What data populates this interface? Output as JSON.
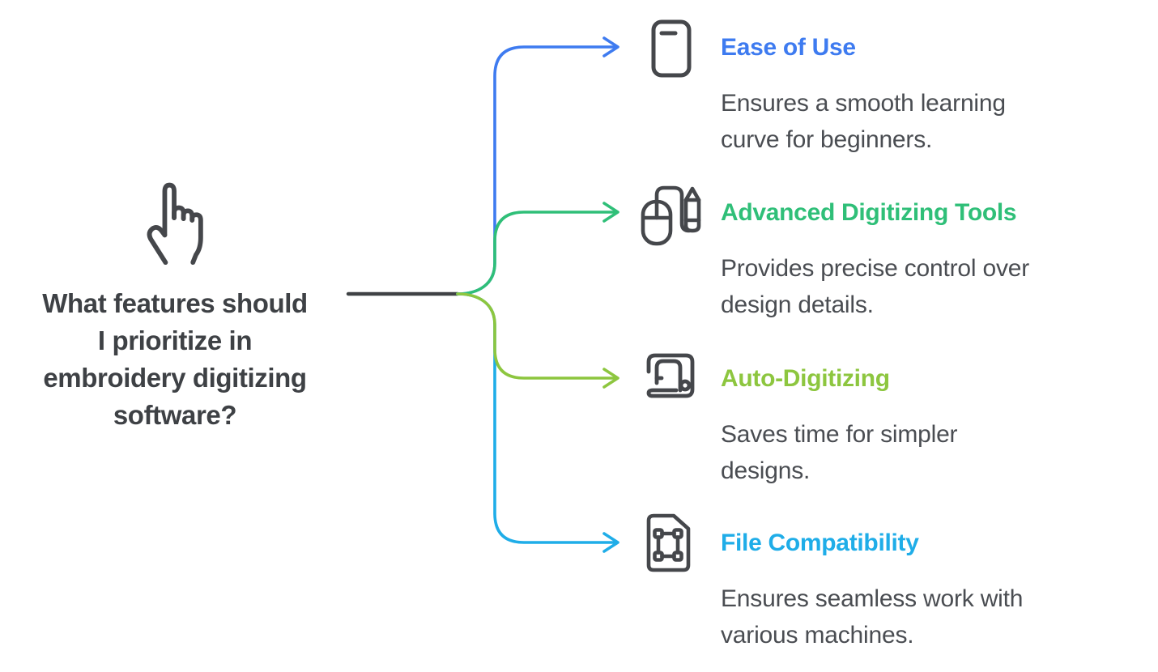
{
  "diagram": {
    "question": {
      "text": "What features should I prioritize in embroidery digitizing software?",
      "lines": [
        "What features should",
        "I prioritize in",
        "embroidery digitizing",
        "software?"
      ],
      "icon": "hand-pointer-icon"
    },
    "branches": [
      {
        "title": "Ease of Use",
        "description": "Ensures a smooth learning curve for beginners.",
        "desc_lines": [
          "Ensures a smooth learning",
          "curve for beginners."
        ],
        "color": "#3e7bf0",
        "icon": "smartphone-icon"
      },
      {
        "title": "Advanced Digitizing Tools",
        "description": "Provides precise control over design details.",
        "desc_lines": [
          "Provides precise control over",
          "design details."
        ],
        "color": "#2fbf78",
        "icon": "mouse-and-pen-icon"
      },
      {
        "title": "Auto-Digitizing",
        "description": "Saves time for simpler designs.",
        "desc_lines": [
          "Saves time for simpler",
          "designs."
        ],
        "color": "#8dc63f",
        "icon": "sewing-machine-icon"
      },
      {
        "title": "File Compatibility",
        "description": "Ensures seamless work with various machines.",
        "desc_lines": [
          "Ensures seamless work with",
          "various machines."
        ],
        "color": "#1fade8",
        "icon": "file-vector-icon"
      }
    ],
    "colors": {
      "connector_root": "#3f4245",
      "icon_stroke": "#45474b",
      "question_text": "#3e4145",
      "body_text": "#4a4d52",
      "background": "#ffffff"
    }
  }
}
